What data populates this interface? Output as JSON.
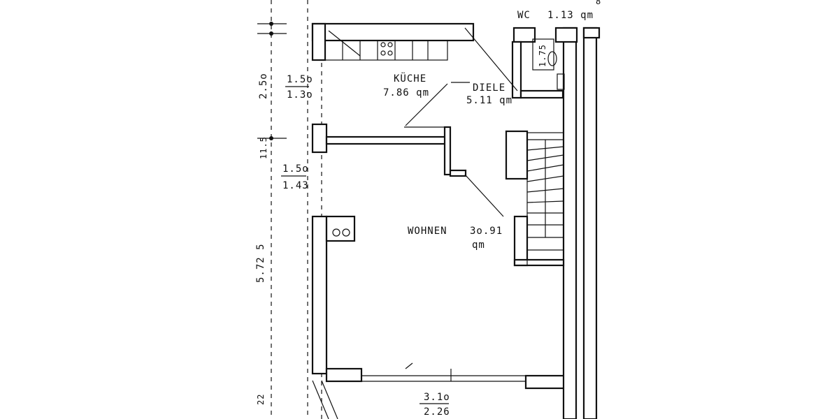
{
  "rooms": {
    "wc": {
      "name": "WC",
      "area": "1.13 qm",
      "dim": "1.75"
    },
    "kueche": {
      "name": "KÜCHE",
      "area": "7.86 qm"
    },
    "diele": {
      "name": "DIELE",
      "area": "5.11 qm"
    },
    "wohnen": {
      "name": "WOHNEN",
      "area_num": "3o.91",
      "area_unit": "qm"
    }
  },
  "dimensions": {
    "dim_top": "2.5o",
    "dim_mid": "11.5",
    "dim_bottom": "5.72 5",
    "dim_corner": "22",
    "window_kitchen_top": "1.5o",
    "window_kitchen_bottom": "1.3o",
    "window_living_top": "1.5o",
    "window_living_bottom": "1.43",
    "window_bottom_top": "3.1o",
    "window_bottom_bottom": "2.26",
    "top_right_fragment": "8"
  },
  "colors": {
    "ink": "#111111",
    "paper": "#ffffff"
  }
}
